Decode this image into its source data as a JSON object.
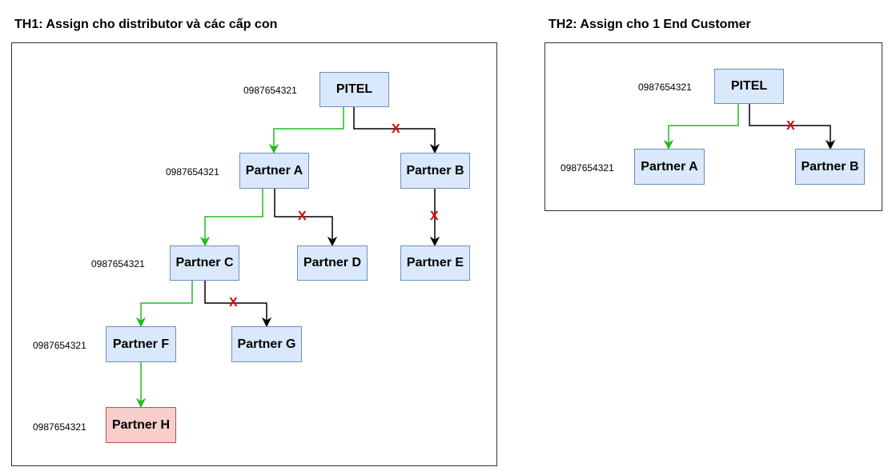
{
  "th1": {
    "title": "TH1: Assign cho distributor và các cấp con",
    "nodes": {
      "pitel": "PITEL",
      "partner_a": "Partner A",
      "partner_b": "Partner B",
      "partner_c": "Partner C",
      "partner_d": "Partner D",
      "partner_e": "Partner E",
      "partner_f": "Partner F",
      "partner_g": "Partner G",
      "partner_h": "Partner H"
    },
    "phones": {
      "pitel": "0987654321",
      "partner_a": "0987654321",
      "partner_c": "0987654321",
      "partner_f": "0987654321",
      "partner_h": "0987654321"
    }
  },
  "th2": {
    "title": "TH2: Assign cho 1 End Customer",
    "nodes": {
      "pitel": "PITEL",
      "partner_a": "Partner A",
      "partner_b": "Partner B"
    },
    "phones": {
      "pitel": "0987654321",
      "partner_a": "0987654321"
    }
  },
  "blocked_mark": "X",
  "colors": {
    "node_fill": "#dae8fc",
    "node_border": "#6c8ebf",
    "highlight_fill": "#f8cecc",
    "highlight_border": "#b85450",
    "assigned_edge": "#22bb22",
    "blocked_edge": "#000000",
    "blocked_mark": "#e00000"
  }
}
